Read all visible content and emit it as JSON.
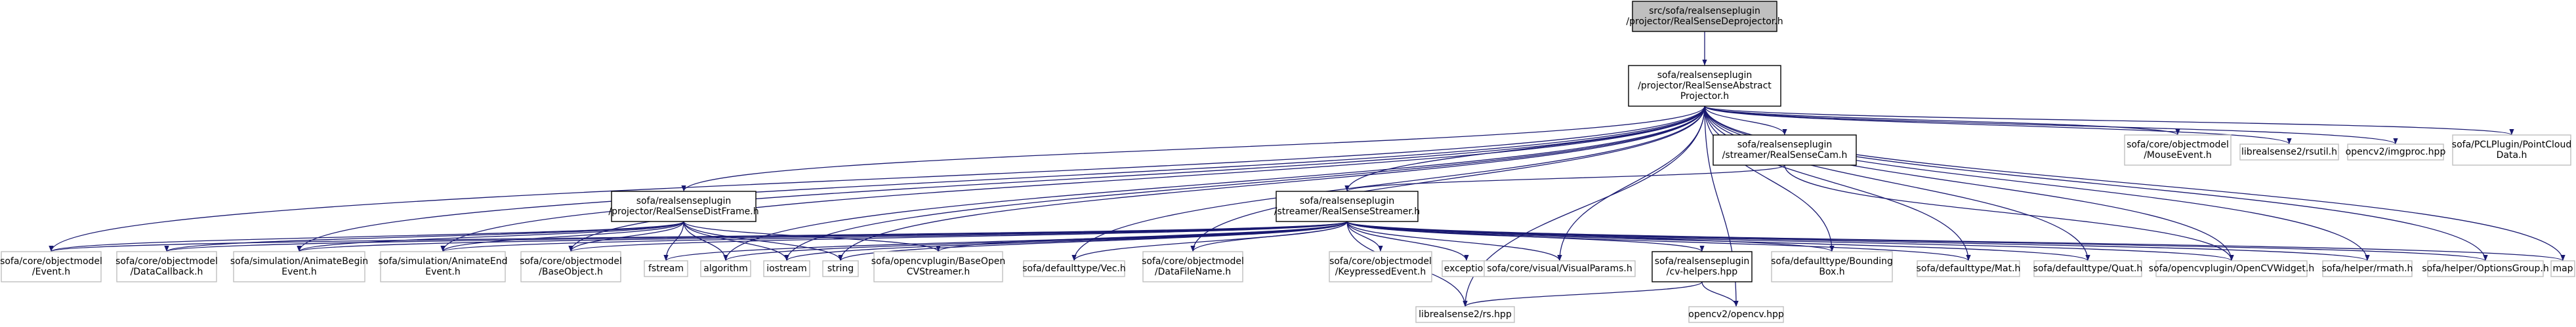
{
  "colors": {
    "root_fill": "#bfbfbf",
    "node_border": "#000000",
    "leaf_border": "#bfbfbf",
    "edge": "#191970",
    "text": "#000000"
  },
  "nodes": [
    {
      "id": "root",
      "lines": [
        "src/sofa/realsenseplugin",
        "/projector/RealSenseDeprojector.h"
      ],
      "kind": "root"
    },
    {
      "id": "abstract",
      "lines": [
        "sofa/realsenseplugin",
        "/projector/RealSenseAbstract",
        "Projector.h"
      ],
      "kind": "internal"
    },
    {
      "id": "cam",
      "lines": [
        "sofa/realsenseplugin",
        "/streamer/RealSenseCam.h"
      ],
      "kind": "internal"
    },
    {
      "id": "mouseevent",
      "lines": [
        "sofa/core/objectmodel",
        "/MouseEvent.h"
      ],
      "kind": "leaf"
    },
    {
      "id": "rsutil",
      "lines": [
        "librealsense2/rsutil.h"
      ],
      "kind": "leaf"
    },
    {
      "id": "imgproc",
      "lines": [
        "opencv2/imgproc.hpp"
      ],
      "kind": "leaf"
    },
    {
      "id": "pointcloud",
      "lines": [
        "sofa/PCLPlugin/PointCloud",
        "Data.h"
      ],
      "kind": "leaf"
    },
    {
      "id": "distframe",
      "lines": [
        "sofa/realsenseplugin",
        "/projector/RealSenseDistFrame.h"
      ],
      "kind": "internal"
    },
    {
      "id": "streamer",
      "lines": [
        "sofa/realsenseplugin",
        "/streamer/RealSenseStreamer.h"
      ],
      "kind": "internal"
    },
    {
      "id": "event",
      "lines": [
        "sofa/core/objectmodel",
        "/Event.h"
      ],
      "kind": "leaf"
    },
    {
      "id": "datacallback",
      "lines": [
        "sofa/core/objectmodel",
        "/DataCallback.h"
      ],
      "kind": "leaf"
    },
    {
      "id": "animbegin",
      "lines": [
        "sofa/simulation/AnimateBegin",
        "Event.h"
      ],
      "kind": "leaf"
    },
    {
      "id": "animend",
      "lines": [
        "sofa/simulation/AnimateEnd",
        "Event.h"
      ],
      "kind": "leaf"
    },
    {
      "id": "baseobject",
      "lines": [
        "sofa/core/objectmodel",
        "/BaseObject.h"
      ],
      "kind": "leaf"
    },
    {
      "id": "fstream",
      "lines": [
        "fstream"
      ],
      "kind": "leaf"
    },
    {
      "id": "algorithm",
      "lines": [
        "algorithm"
      ],
      "kind": "leaf"
    },
    {
      "id": "iostream",
      "lines": [
        "iostream"
      ],
      "kind": "leaf"
    },
    {
      "id": "string",
      "lines": [
        "string"
      ],
      "kind": "leaf"
    },
    {
      "id": "baseopencv",
      "lines": [
        "sofa/opencvplugin/BaseOpen",
        "CVStreamer.h"
      ],
      "kind": "leaf"
    },
    {
      "id": "vec",
      "lines": [
        "sofa/defaulttype/Vec.h"
      ],
      "kind": "leaf"
    },
    {
      "id": "datafilename",
      "lines": [
        "sofa/core/objectmodel",
        "/DataFileName.h"
      ],
      "kind": "leaf"
    },
    {
      "id": "keypressed",
      "lines": [
        "sofa/core/objectmodel",
        "/KeypressedEvent.h"
      ],
      "kind": "leaf"
    },
    {
      "id": "exception",
      "lines": [
        "exception"
      ],
      "kind": "leaf"
    },
    {
      "id": "visualparams",
      "lines": [
        "sofa/core/visual/VisualParams.h"
      ],
      "kind": "leaf"
    },
    {
      "id": "cvhelpers",
      "lines": [
        "sofa/realsenseplugin",
        "/cv-helpers.hpp"
      ],
      "kind": "internal"
    },
    {
      "id": "boundingbox",
      "lines": [
        "sofa/defaulttype/Bounding",
        "Box.h"
      ],
      "kind": "leaf"
    },
    {
      "id": "mat",
      "lines": [
        "sofa/defaulttype/Mat.h"
      ],
      "kind": "leaf"
    },
    {
      "id": "quat",
      "lines": [
        "sofa/defaulttype/Quat.h"
      ],
      "kind": "leaf"
    },
    {
      "id": "opencvwidget",
      "lines": [
        "sofa/opencvplugin/OpenCVWidget.h"
      ],
      "kind": "leaf"
    },
    {
      "id": "rmath",
      "lines": [
        "sofa/helper/rmath.h"
      ],
      "kind": "leaf"
    },
    {
      "id": "optionsgroup",
      "lines": [
        "sofa/helper/OptionsGroup.h"
      ],
      "kind": "leaf"
    },
    {
      "id": "map",
      "lines": [
        "map"
      ],
      "kind": "leaf"
    },
    {
      "id": "rshpp",
      "lines": [
        "librealsense2/rs.hpp"
      ],
      "kind": "leaf"
    },
    {
      "id": "opencvhpp",
      "lines": [
        "opencv2/opencv.hpp"
      ],
      "kind": "leaf"
    }
  ],
  "edges": [
    [
      "root",
      "abstract"
    ],
    [
      "abstract",
      "cam"
    ],
    [
      "abstract",
      "mouseevent"
    ],
    [
      "abstract",
      "rsutil"
    ],
    [
      "abstract",
      "imgproc"
    ],
    [
      "abstract",
      "pointcloud"
    ],
    [
      "abstract",
      "distframe"
    ],
    [
      "abstract",
      "streamer"
    ],
    [
      "abstract",
      "event"
    ],
    [
      "abstract",
      "animbegin"
    ],
    [
      "abstract",
      "animend"
    ],
    [
      "abstract",
      "baseobject"
    ],
    [
      "abstract",
      "algorithm"
    ],
    [
      "abstract",
      "iostream"
    ],
    [
      "abstract",
      "string"
    ],
    [
      "abstract",
      "vec"
    ],
    [
      "abstract",
      "datafilename"
    ],
    [
      "abstract",
      "visualparams"
    ],
    [
      "abstract",
      "boundingbox"
    ],
    [
      "abstract",
      "mat"
    ],
    [
      "abstract",
      "quat"
    ],
    [
      "abstract",
      "opencvwidget"
    ],
    [
      "abstract",
      "rmath"
    ],
    [
      "abstract",
      "optionsgroup"
    ],
    [
      "abstract",
      "map"
    ],
    [
      "abstract",
      "rshpp"
    ],
    [
      "abstract",
      "opencvhpp"
    ],
    [
      "cam",
      "streamer"
    ],
    [
      "cam",
      "opencvwidget"
    ],
    [
      "distframe",
      "event"
    ],
    [
      "distframe",
      "datacallback"
    ],
    [
      "distframe",
      "animbegin"
    ],
    [
      "distframe",
      "animend"
    ],
    [
      "distframe",
      "baseobject"
    ],
    [
      "distframe",
      "fstream"
    ],
    [
      "distframe",
      "algorithm"
    ],
    [
      "distframe",
      "iostream"
    ],
    [
      "distframe",
      "string"
    ],
    [
      "distframe",
      "baseopencv"
    ],
    [
      "streamer",
      "event"
    ],
    [
      "streamer",
      "datacallback"
    ],
    [
      "streamer",
      "animbegin"
    ],
    [
      "streamer",
      "animend"
    ],
    [
      "streamer",
      "baseobject"
    ],
    [
      "streamer",
      "fstream"
    ],
    [
      "streamer",
      "algorithm"
    ],
    [
      "streamer",
      "iostream"
    ],
    [
      "streamer",
      "string"
    ],
    [
      "streamer",
      "baseopencv"
    ],
    [
      "streamer",
      "vec"
    ],
    [
      "streamer",
      "datafilename"
    ],
    [
      "streamer",
      "keypressed"
    ],
    [
      "streamer",
      "exception"
    ],
    [
      "streamer",
      "visualparams"
    ],
    [
      "streamer",
      "cvhelpers"
    ],
    [
      "streamer",
      "boundingbox"
    ],
    [
      "streamer",
      "mat"
    ],
    [
      "streamer",
      "quat"
    ],
    [
      "streamer",
      "opencvwidget"
    ],
    [
      "streamer",
      "rmath"
    ],
    [
      "streamer",
      "optionsgroup"
    ],
    [
      "streamer",
      "map"
    ],
    [
      "streamer",
      "rshpp"
    ],
    [
      "cvhelpers",
      "rshpp"
    ],
    [
      "cvhelpers",
      "opencvhpp"
    ]
  ]
}
